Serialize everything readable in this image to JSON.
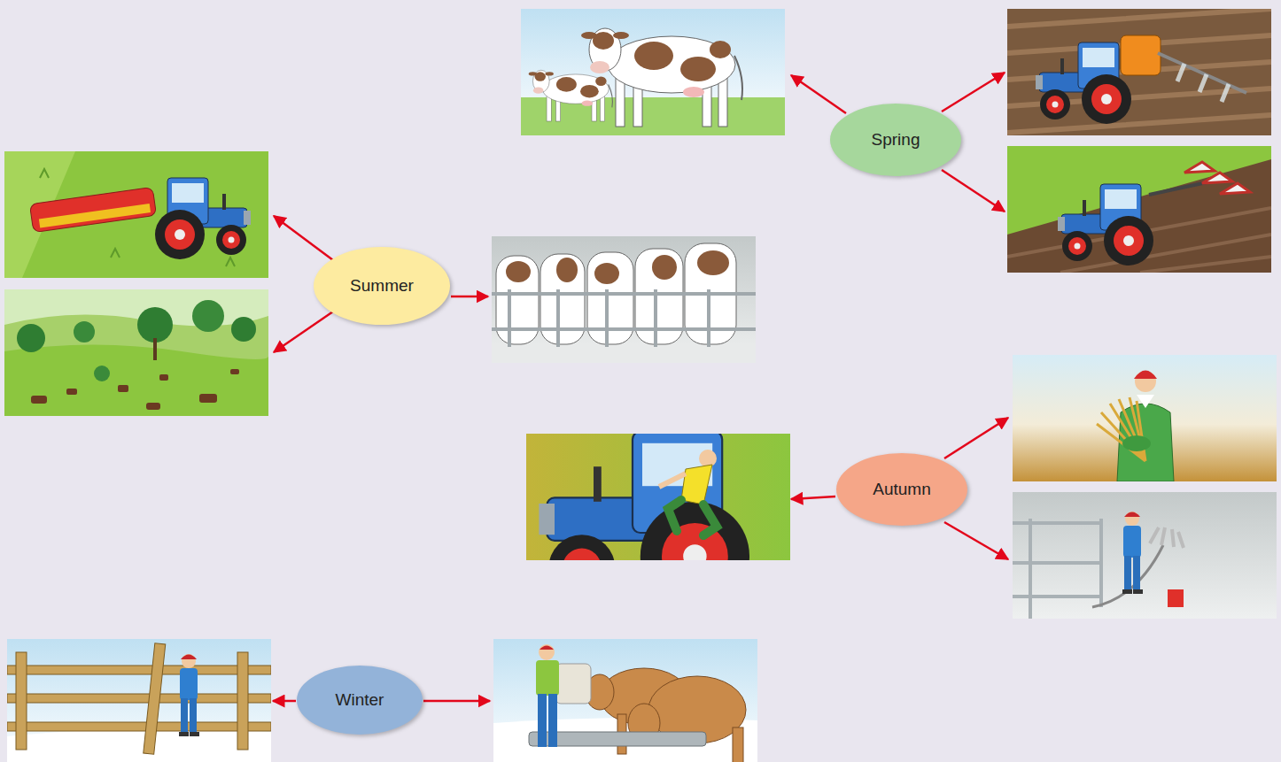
{
  "diagram": {
    "nodes": [
      {
        "text": [
          "Spring"
        ]
      },
      {
        "text": [
          "Summer"
        ]
      },
      {
        "text": [
          "Autumn"
        ]
      },
      {
        "text": [
          "Winter"
        ]
      }
    ]
  }
}
